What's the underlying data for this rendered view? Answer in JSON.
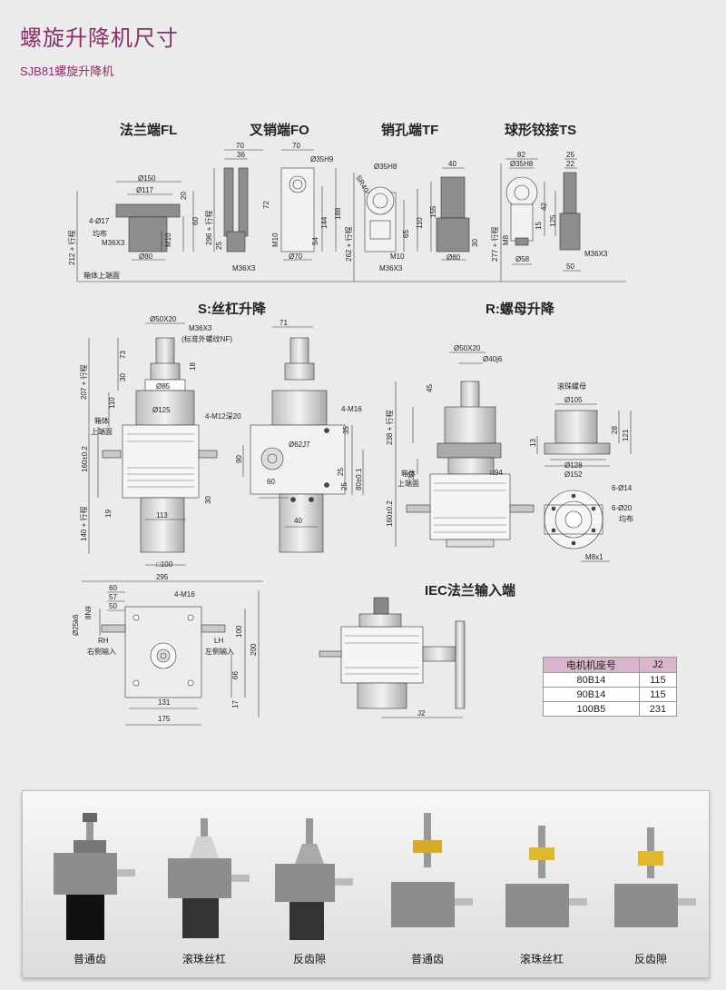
{
  "header": {
    "title": "螺旋升降机尺寸",
    "subtitle": "SJB81螺旋升降机"
  },
  "sections": {
    "fl": "法兰端FL",
    "fo": "叉销端FO",
    "tf": "销孔端TF",
    "ts": "球形铰接TS",
    "s": "S:丝杠升降",
    "r": "R:螺母升降",
    "iec": "IEC法兰输入端"
  },
  "dims": {
    "fl": [
      "Ø150",
      "Ø117",
      "4-Ø17",
      "均布",
      "M36X3",
      "Ø80",
      "M10",
      "20",
      "60",
      "212 + 行程"
    ],
    "fo": [
      "70",
      "36",
      "72",
      "296 + 行程",
      "25",
      "M36X3",
      "70",
      "Ø35H9",
      "M10",
      "144",
      "54",
      "188",
      "Ø70"
    ],
    "tf": [
      "SR40",
      "Ø35H8",
      "65",
      "110",
      "155",
      "262 + 行程",
      "M10",
      "M36X3",
      "40",
      "30",
      "Ø80"
    ],
    "ts": [
      "82",
      "Ø35H8",
      "22",
      "25",
      "42",
      "15",
      "125",
      "277 + 行程",
      "M8",
      "Ø58",
      "M36X3",
      "50"
    ],
    "bottom_ref": "箱体上端面",
    "s": [
      "Ø50X20",
      "M36X3",
      "(标准外螺纹NF)",
      "71",
      "73",
      "18",
      "Ø85",
      "207 + 行程",
      "110",
      "30",
      "Ø125",
      "箱体",
      "上端面",
      "4-M12深20",
      "4-M16",
      "35",
      "90",
      "Ø62J7",
      "60",
      "25",
      "160±0.2",
      "19",
      "113",
      "30",
      "140 + 行程",
      "□100",
      "40",
      "80±0.1",
      "25"
    ],
    "r": [
      "Ø50X20",
      "Ø40j6",
      "45",
      "238 + 行程",
      "箱体",
      "上端面",
      "30",
      "□94",
      "160±0.2",
      "滚珠螺母",
      "Ø105",
      "13",
      "28",
      "121",
      "Ø128",
      "Ø152",
      "6-Ø14",
      "6-Ø20",
      "均布",
      "M8x1"
    ],
    "plan": [
      "295",
      "60",
      "57",
      "50",
      "8N9",
      "Ø25k6",
      "4-M16",
      "RH",
      "右侧输入",
      "LH",
      "左侧输入",
      "100",
      "200",
      "66",
      "17",
      "131",
      "175"
    ],
    "iec": [
      "J2"
    ]
  },
  "motor_table": {
    "headers": [
      "电机机座号",
      "J2"
    ],
    "rows": [
      [
        "80B14",
        "115"
      ],
      [
        "90B14",
        "115"
      ],
      [
        "100B5",
        "231"
      ]
    ]
  },
  "photos": {
    "captions": [
      "普通齿",
      "滚珠丝杠",
      "反齿隙",
      "普通齿",
      "滚珠丝杠",
      "反齿隙"
    ]
  }
}
